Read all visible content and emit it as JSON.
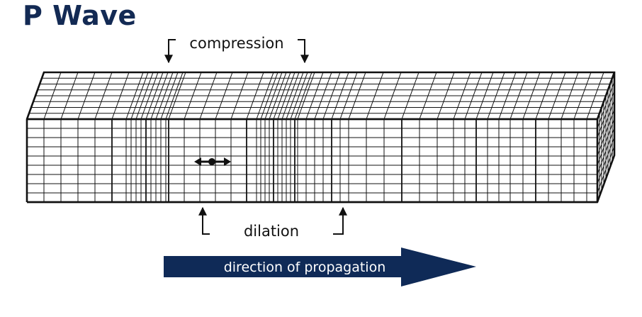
{
  "title": "P Wave",
  "labels": {
    "compression": "compression",
    "dilation": "dilation",
    "propagation": "direction of propagation"
  },
  "colors": {
    "title": "#132a54",
    "propagation_arrow": "#0f2a57",
    "grid": "#111111"
  },
  "icons": {
    "particle_motion": "double-headed-arrow-icon"
  }
}
